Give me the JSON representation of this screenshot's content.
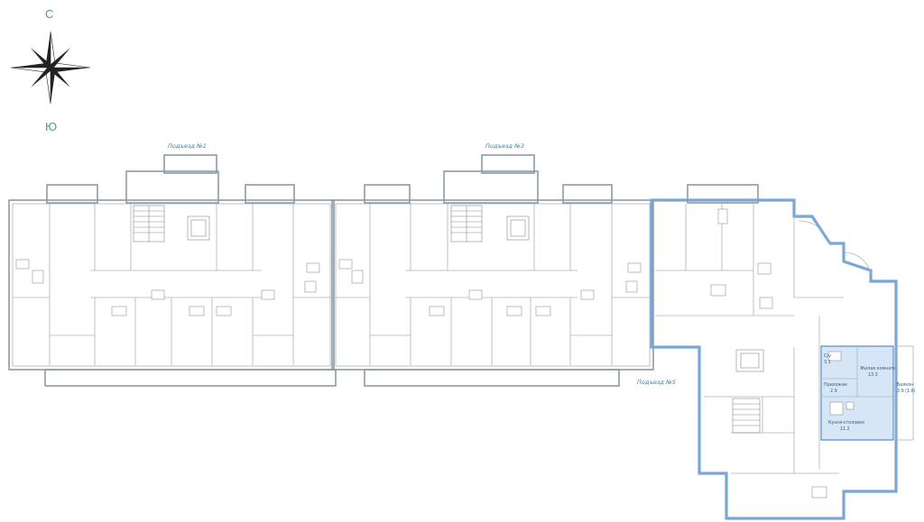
{
  "compass": {
    "north_label": "С",
    "south_label": "Ю"
  },
  "entrances": [
    {
      "label": "Подъезд №1"
    },
    {
      "label": "Подъезд №3"
    },
    {
      "label": "Подъезд №5"
    }
  ],
  "selected_apartment": {
    "rooms": [
      {
        "name": "Жилая комната",
        "area": "13.3"
      },
      {
        "name": "Прихожая",
        "area": "2.9"
      },
      {
        "name": "Кухня-столовая",
        "area": "11.2"
      },
      {
        "name": "Балкон",
        "area": "3.9 (1.6)"
      },
      {
        "name": "С/у",
        "area": "3.1"
      }
    ]
  },
  "colors": {
    "walls": "#8e9aa4",
    "highlight_outline": "#7aa6d6",
    "highlight_fill": "#d7e6f7",
    "labels": "#3a7fa3"
  }
}
